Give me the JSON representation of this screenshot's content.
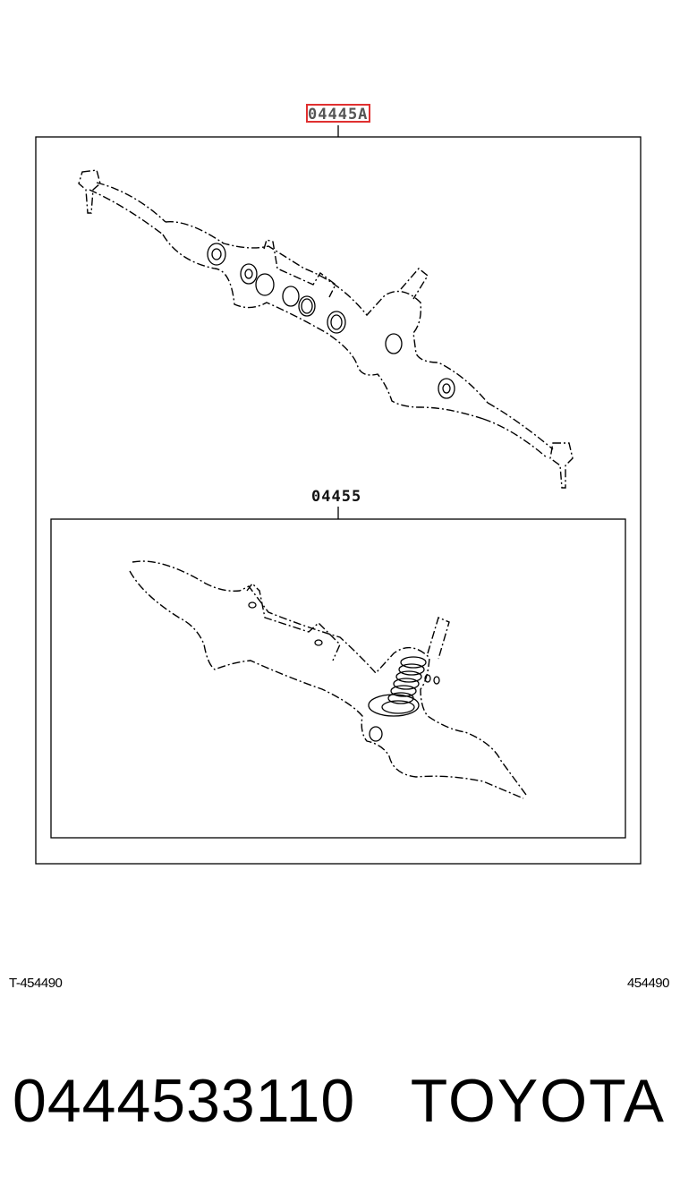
{
  "diagram": {
    "outer_callout": "04445A",
    "inner_callout": "04455",
    "highlight_color": "#e03030"
  },
  "illustration_ref_left": "T-454490",
  "illustration_ref_right": "454490",
  "footer": {
    "part_number": "0444533110",
    "brand": "TOYOTA"
  }
}
